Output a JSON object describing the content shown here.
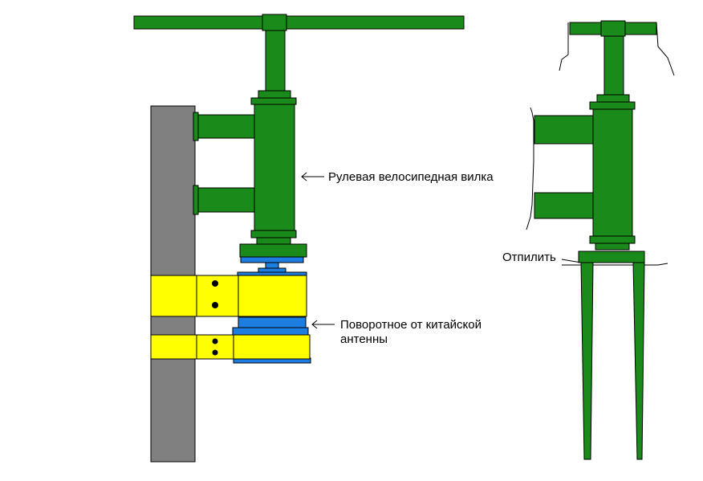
{
  "annotations": {
    "fork_label": "Рулевая велосипедная вилка",
    "rotator_label_line1": "Поворотное от китайской",
    "rotator_label_line2": "антенны",
    "cut_label": "Отпилить"
  },
  "colors": {
    "green": "#1a8a1a",
    "pole": "#808080",
    "yellow": "#ffff00",
    "blue": "#1e7de0",
    "outline": "#000000"
  }
}
